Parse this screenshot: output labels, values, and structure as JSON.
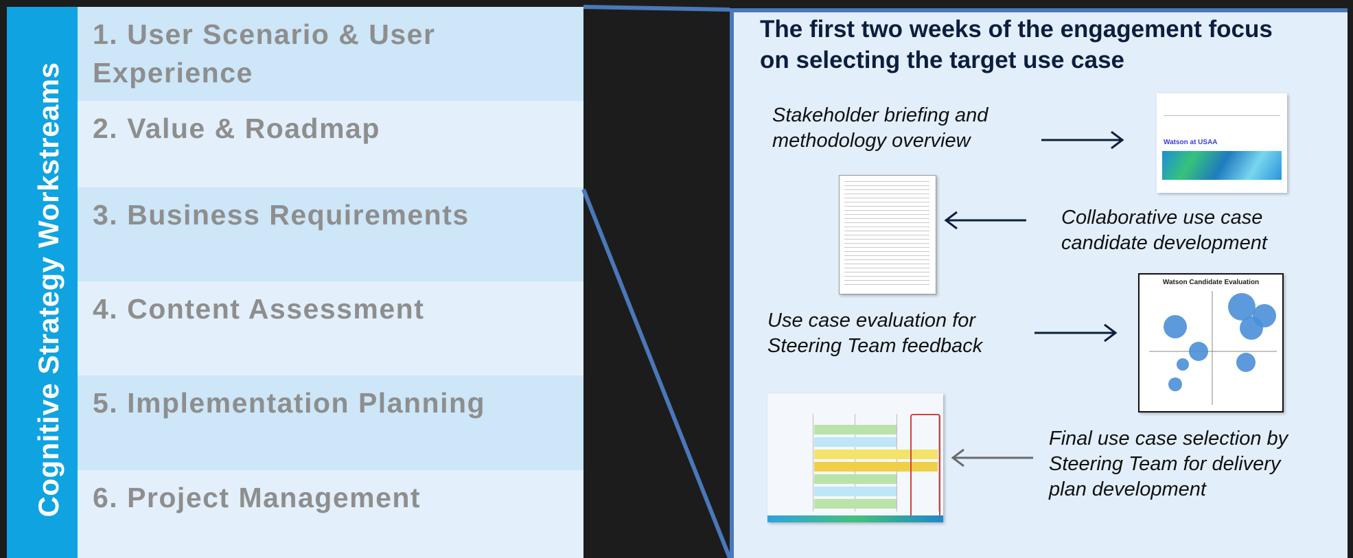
{
  "sidebar": {
    "title": "Cognitive Strategy Workstreams"
  },
  "workstreams": [
    "1. User Scenario & User Experience",
    "2. Value & Roadmap",
    "3. Business Requirements",
    "4. Content Assessment",
    "5. Implementation Planning",
    "6. Project Management"
  ],
  "panel": {
    "title": "The first two weeks of the engagement focus on selecting the target use case",
    "steps": [
      "Stakeholder briefing and methodology overview",
      "Collaborative use case candidate development",
      "Use case evaluation for Steering Team feedback",
      "Final use case selection by Steering Team for delivery plan development"
    ]
  },
  "thumbnails": {
    "deck_title": "Watson at USAA",
    "chart_title": "Watson Candidate Evaluation"
  },
  "colors": {
    "sidebar": "#10a3e2",
    "row_dark": "#cde6f8",
    "row_light": "#e3f0fb",
    "panel_border": "#4a78b8",
    "title_text": "#0c1e3e"
  }
}
